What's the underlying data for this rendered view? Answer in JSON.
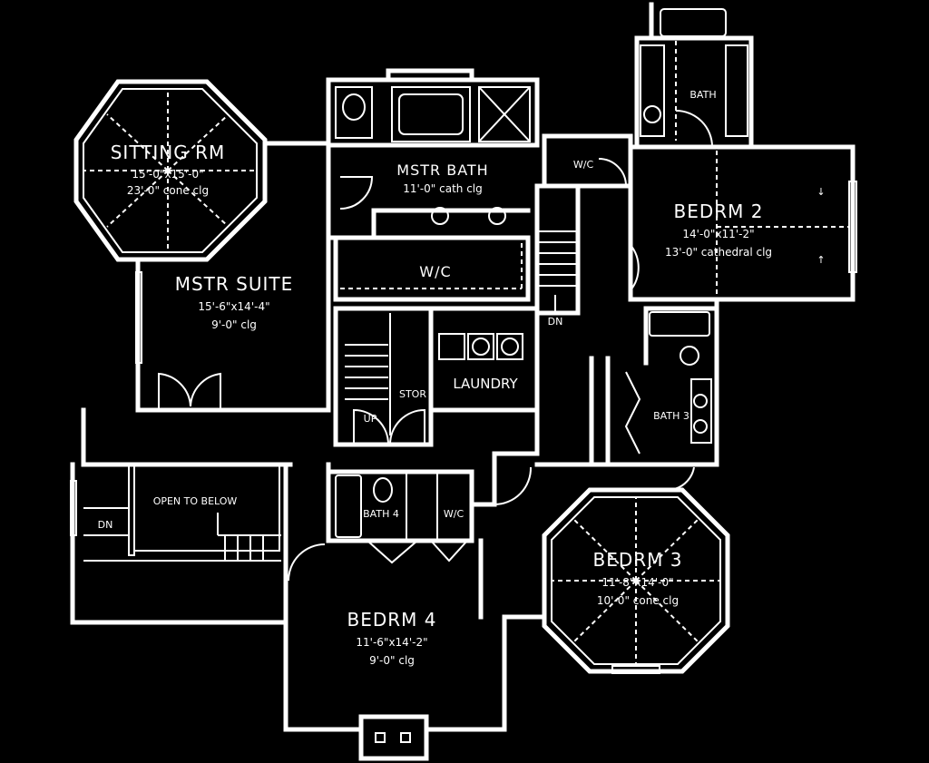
{
  "rooms": {
    "sitting": {
      "name": "SITTING RM",
      "dims": "15'-0\"x15'-0\"",
      "ceiling": "23'-0\" cone clg"
    },
    "master_suite": {
      "name": "MSTR SUITE",
      "dims": "15'-6\"x14'-4\"",
      "ceiling": "9'-0\" clg"
    },
    "master_bath": {
      "name": "MSTR BATH",
      "ceiling": "11'-0\" cath clg"
    },
    "wic": {
      "name": "W/C"
    },
    "bedroom2": {
      "name": "BEDRM 2",
      "dims": "14'-0\"x11'-2\"",
      "ceiling": "13'-0\" cathedral clg"
    },
    "wic2": {
      "name": "W/C"
    },
    "bath_top": {
      "name": "BATH"
    },
    "bath3": {
      "name": "BATH 3"
    },
    "laundry": {
      "name": "LAUNDRY"
    },
    "storage": {
      "name": "STOR"
    },
    "bedroom3": {
      "name": "BEDRM 3",
      "dims": "11'-8\"x14'-0\"",
      "ceiling": "10'-0\" cone clg"
    },
    "bath4": {
      "name": "BATH 4"
    },
    "wic4": {
      "name": "W/C"
    },
    "bedroom4": {
      "name": "BEDRM 4",
      "dims": "11'-6\"x14'-2\"",
      "ceiling": "9'-0\" clg"
    },
    "open_below": {
      "name": "OPEN TO BELOW"
    }
  },
  "stairs": {
    "dn_upper": "DN",
    "up": "UP",
    "dn_left": "DN"
  }
}
